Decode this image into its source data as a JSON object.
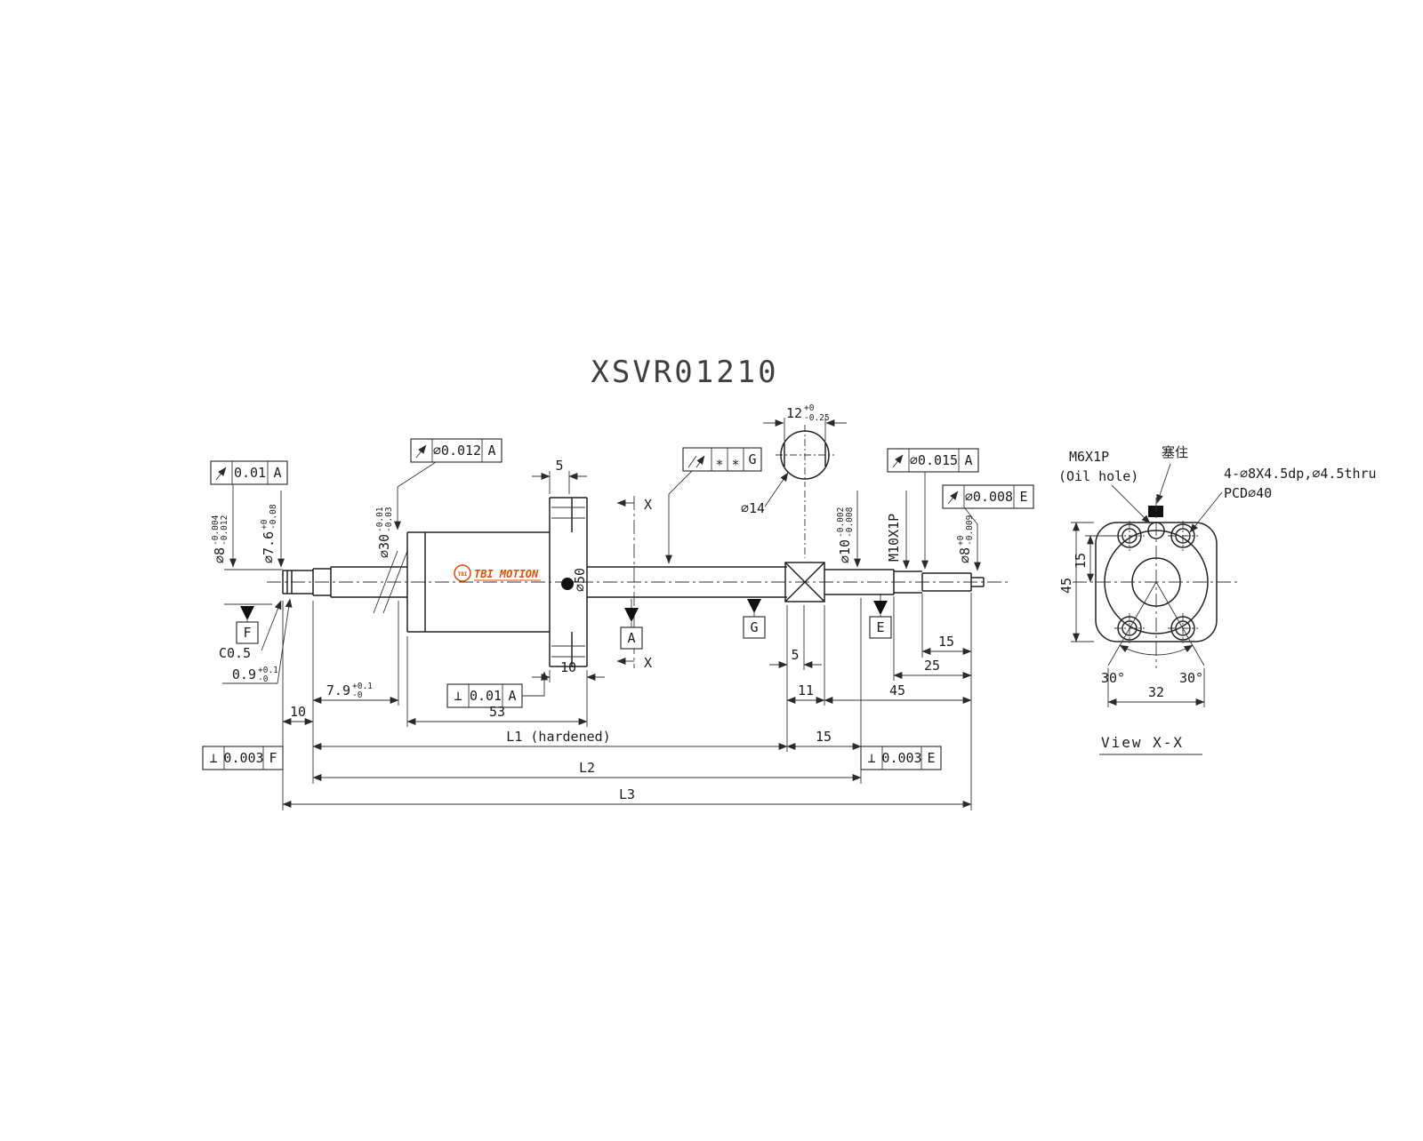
{
  "title": "XSVR01210",
  "logo": {
    "circle_text": "TBI",
    "wordmark": "TBI MOTION"
  },
  "fcf": {
    "left_runout": {
      "tol": "0.01",
      "datum": "A"
    },
    "nut_runout": {
      "tol": "⌀0.012",
      "datum": "A"
    },
    "mid_runout": {
      "v1": "*",
      "v2": "*",
      "datum": "G"
    },
    "right_runout_a": {
      "tol": "⌀0.015",
      "datum": "A"
    },
    "right_runout_e": {
      "tol": "⌀0.008",
      "datum": "E"
    },
    "perp_f": {
      "sym": "⊥",
      "tol": "0.003",
      "datum": "F"
    },
    "perp_a": {
      "sym": "⊥",
      "tol": "0.01",
      "datum": "A"
    },
    "perp_e": {
      "sym": "⊥",
      "tol": "0.003",
      "datum": "E"
    }
  },
  "datums": {
    "f": "F",
    "a": "A",
    "g": "G",
    "e": "E"
  },
  "section": {
    "x_top": "X",
    "x_bottom": "X"
  },
  "dims": {
    "dia8_left": {
      "main": "⌀8",
      "up": "-0.004",
      "low": "-0.012"
    },
    "dia76": {
      "main": "⌀7.6",
      "up": "+0",
      "low": "-0.08"
    },
    "dia30": {
      "main": "⌀30",
      "up": "-0.01",
      "low": "-0.03"
    },
    "dia50": "⌀50",
    "dia14": "⌀14",
    "flat12": {
      "main": "12",
      "up": "+0",
      "low": "-0.25"
    },
    "dia10": {
      "main": "⌀10",
      "up": "-0.002",
      "low": "-0.008"
    },
    "m10": "M10X1P",
    "dia8_right": {
      "main": "⌀8",
      "up": "+0",
      "low": "-0.009"
    },
    "chamfer": "C0.5",
    "groove": {
      "main": "0.9",
      "up": "+0.1",
      "low": "-0"
    },
    "journal": {
      "main": "7.9",
      "up": "+0.1",
      "low": "-0"
    },
    "tip_len": "10",
    "nut_len": "53",
    "flange_w": "10",
    "flange_cb": "5",
    "l1": "L1 (hardened)",
    "d15_mid": "15",
    "l2": "L2",
    "l3": "L3",
    "sq5": "5",
    "sq11": "11",
    "right45": "45",
    "right25": "25",
    "right15": "15"
  },
  "end_view": {
    "label": "View X-X",
    "m6": "M6X1P",
    "oil": "(Oil hole)",
    "plug": "塞住",
    "holes": "4-⌀8X4.5dp,⌀4.5thru",
    "pcd": "PCD⌀40",
    "h45": "45",
    "v15": "15",
    "ang_l": "30°",
    "ang_r": "30°",
    "w32": "32"
  }
}
